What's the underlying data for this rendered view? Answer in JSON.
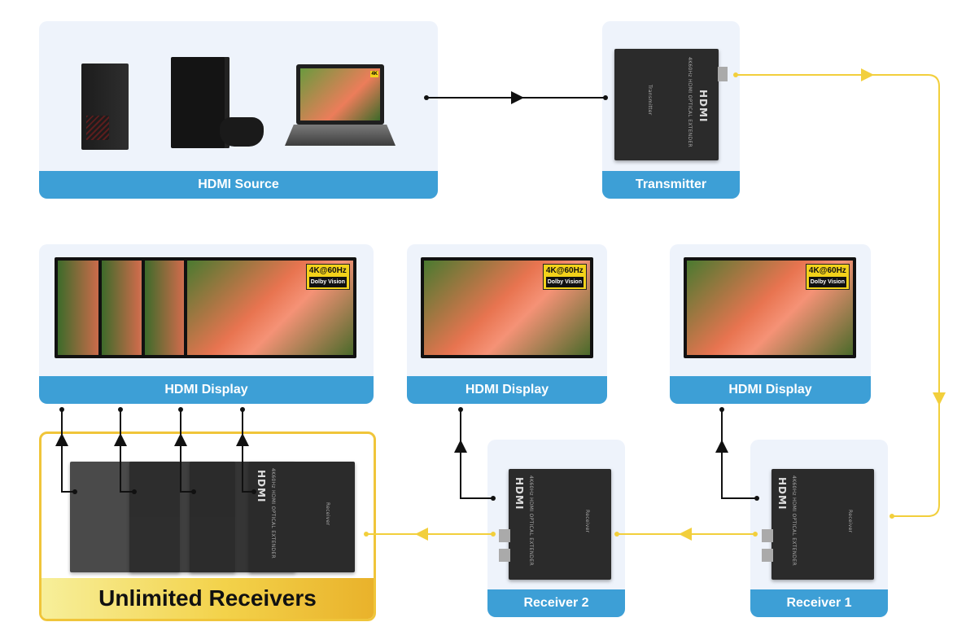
{
  "labels": {
    "source": "HDMI Source",
    "transmitter": "Transmitter",
    "display_left": "HDMI Display",
    "display_mid": "HDMI Display",
    "display_right": "HDMI Display",
    "receiver2": "Receiver 2",
    "receiver1": "Receiver 1",
    "unlimited": "Unlimited Receivers"
  },
  "badge": {
    "line1": "4K@60Hz",
    "line2": "Dolby Vision"
  },
  "device_text": {
    "brand": "HDMI",
    "product": "4K60Hz HDMI OPTICAL EXTENDER",
    "tx_role": "Transmitter",
    "rx_role": "Receiver"
  },
  "colors": {
    "panel_bg": "#eef3fb",
    "label_bar": "#3d9fd6",
    "fiber_line": "#f2cf3c",
    "hdmi_line": "#111111"
  }
}
